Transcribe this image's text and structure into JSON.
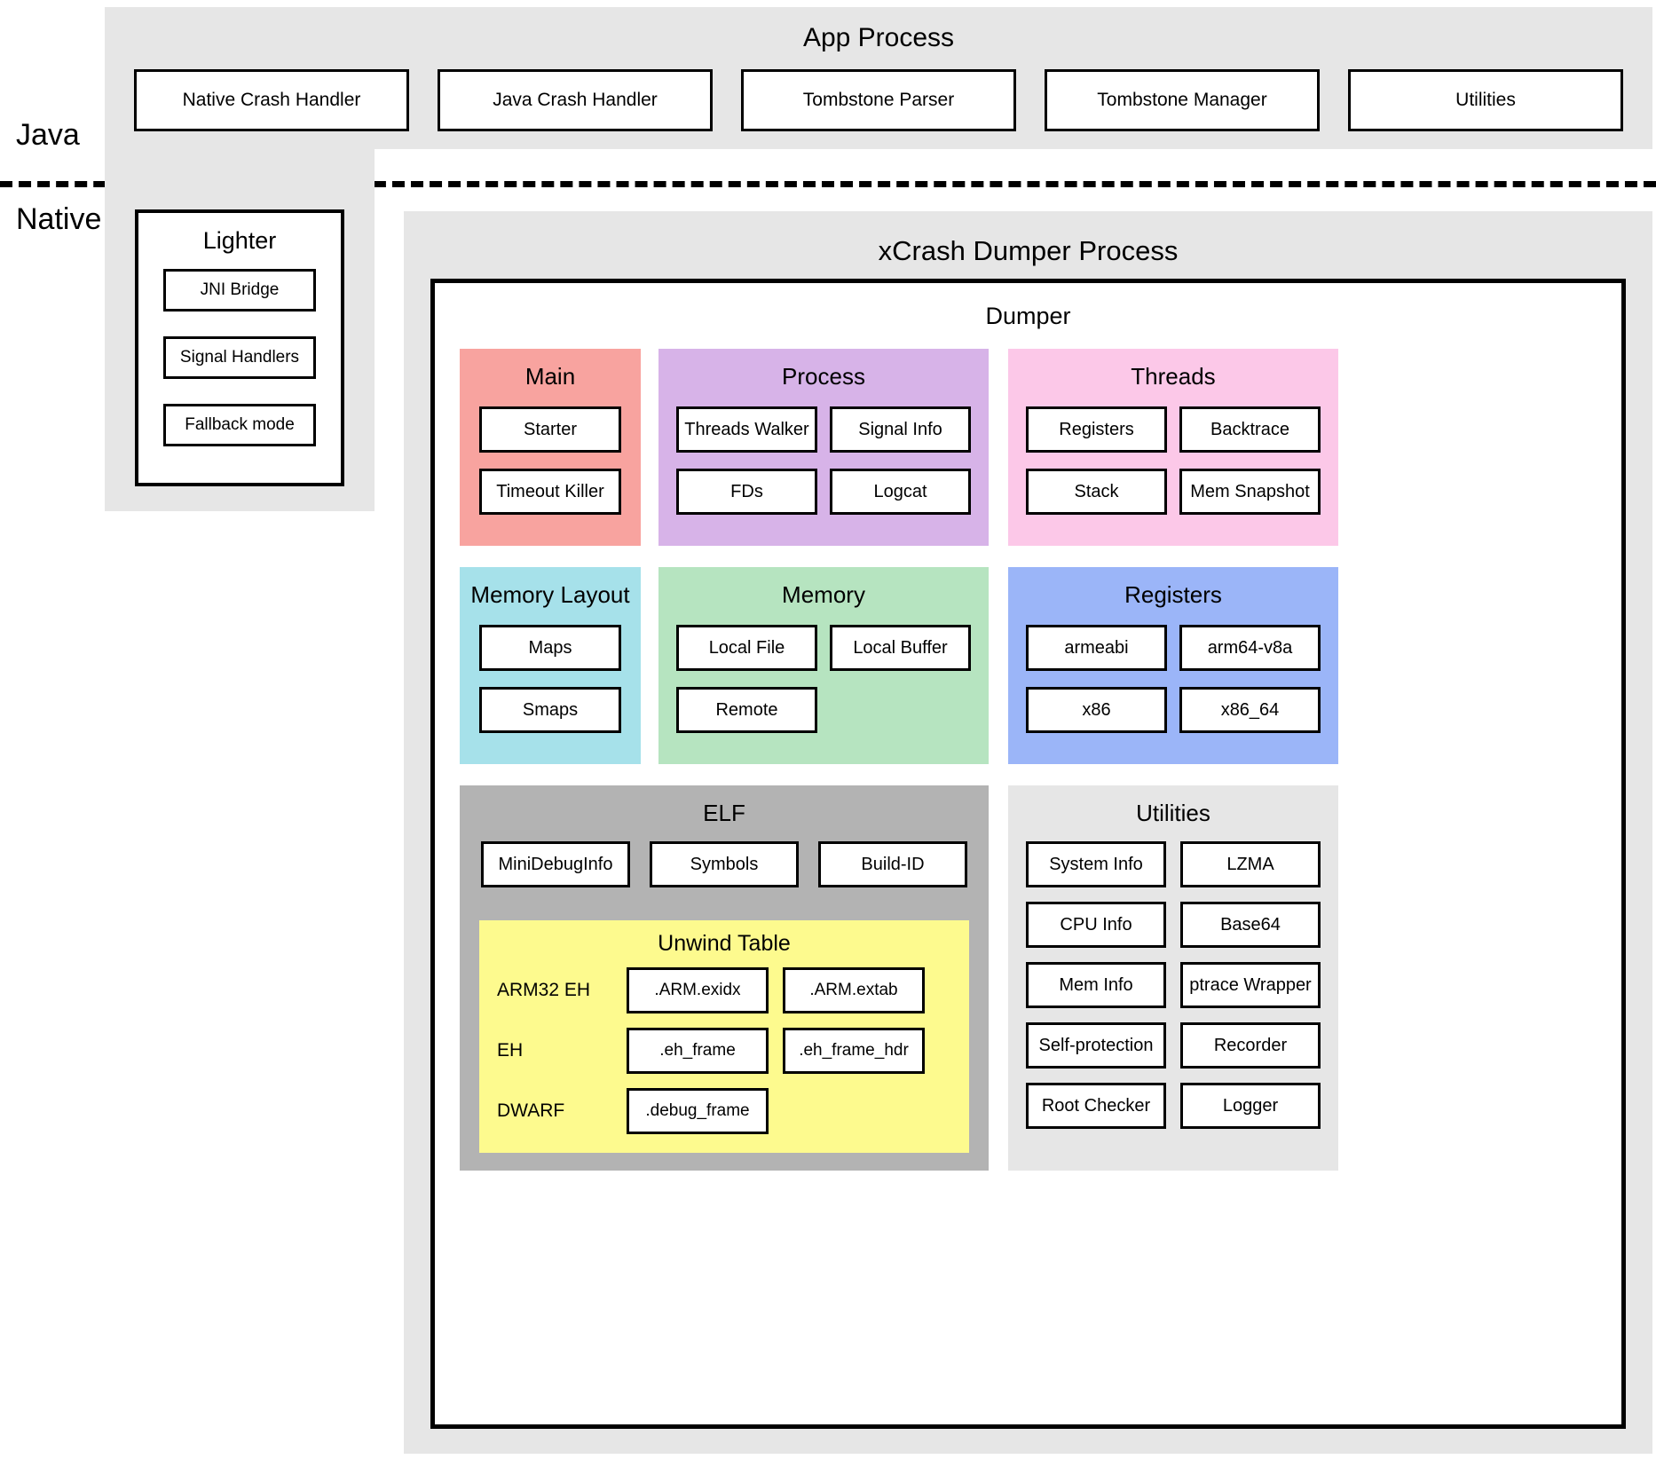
{
  "layers": {
    "java_label": "Java",
    "native_label": "Native"
  },
  "app_process": {
    "title": "App Process",
    "components": [
      "Native Crash Handler",
      "Java Crash Handler",
      "Tombstone Parser",
      "Tombstone Manager",
      "Utilities"
    ]
  },
  "lighter": {
    "title": "Lighter",
    "components": [
      "JNI Bridge",
      "Signal Handlers",
      "Fallback mode"
    ]
  },
  "xcrash": {
    "title": "xCrash Dumper Process",
    "dumper_title": "Dumper",
    "groups": {
      "main": {
        "title": "Main",
        "color": "#f8a39f",
        "items": [
          "Starter",
          "Timeout Killer"
        ]
      },
      "process": {
        "title": "Process",
        "color": "#d7b3e8",
        "items": [
          "Threads Walker",
          "Signal Info",
          "FDs",
          "Logcat"
        ]
      },
      "threads": {
        "title": "Threads",
        "color": "#fcc8e8",
        "items": [
          "Registers",
          "Backtrace",
          "Stack",
          "Mem Snapshot"
        ]
      },
      "memory_layout": {
        "title": "Memory Layout",
        "color": "#a6e1ea",
        "items": [
          "Maps",
          "Smaps"
        ]
      },
      "memory": {
        "title": "Memory",
        "color": "#b6e4c0",
        "items": [
          "Local File",
          "Local Buffer",
          "Remote"
        ]
      },
      "registers": {
        "title": "Registers",
        "color": "#9bb5f8",
        "items": [
          "armeabi",
          "arm64-v8a",
          "x86",
          "x86_64"
        ]
      },
      "elf": {
        "title": "ELF",
        "color": "#b3b3b3",
        "items": [
          "MiniDebugInfo",
          "Symbols",
          "Build-ID"
        ],
        "unwind_table": {
          "title": "Unwind Table",
          "color": "#fdfa8e",
          "rows": [
            {
              "label": "ARM32 EH",
              "sections": [
                ".ARM.exidx",
                ".ARM.extab"
              ]
            },
            {
              "label": "EH",
              "sections": [
                ".eh_frame",
                ".eh_frame_hdr"
              ]
            },
            {
              "label": "DWARF",
              "sections": [
                ".debug_frame"
              ]
            }
          ]
        }
      },
      "utilities": {
        "title": "Utilities",
        "color": "#e6e6e6",
        "items": [
          "System Info",
          "LZMA",
          "CPU Info",
          "Base64",
          "Mem Info",
          "ptrace Wrapper",
          "Self-protection",
          "Recorder",
          "Root Checker",
          "Logger"
        ]
      }
    }
  }
}
